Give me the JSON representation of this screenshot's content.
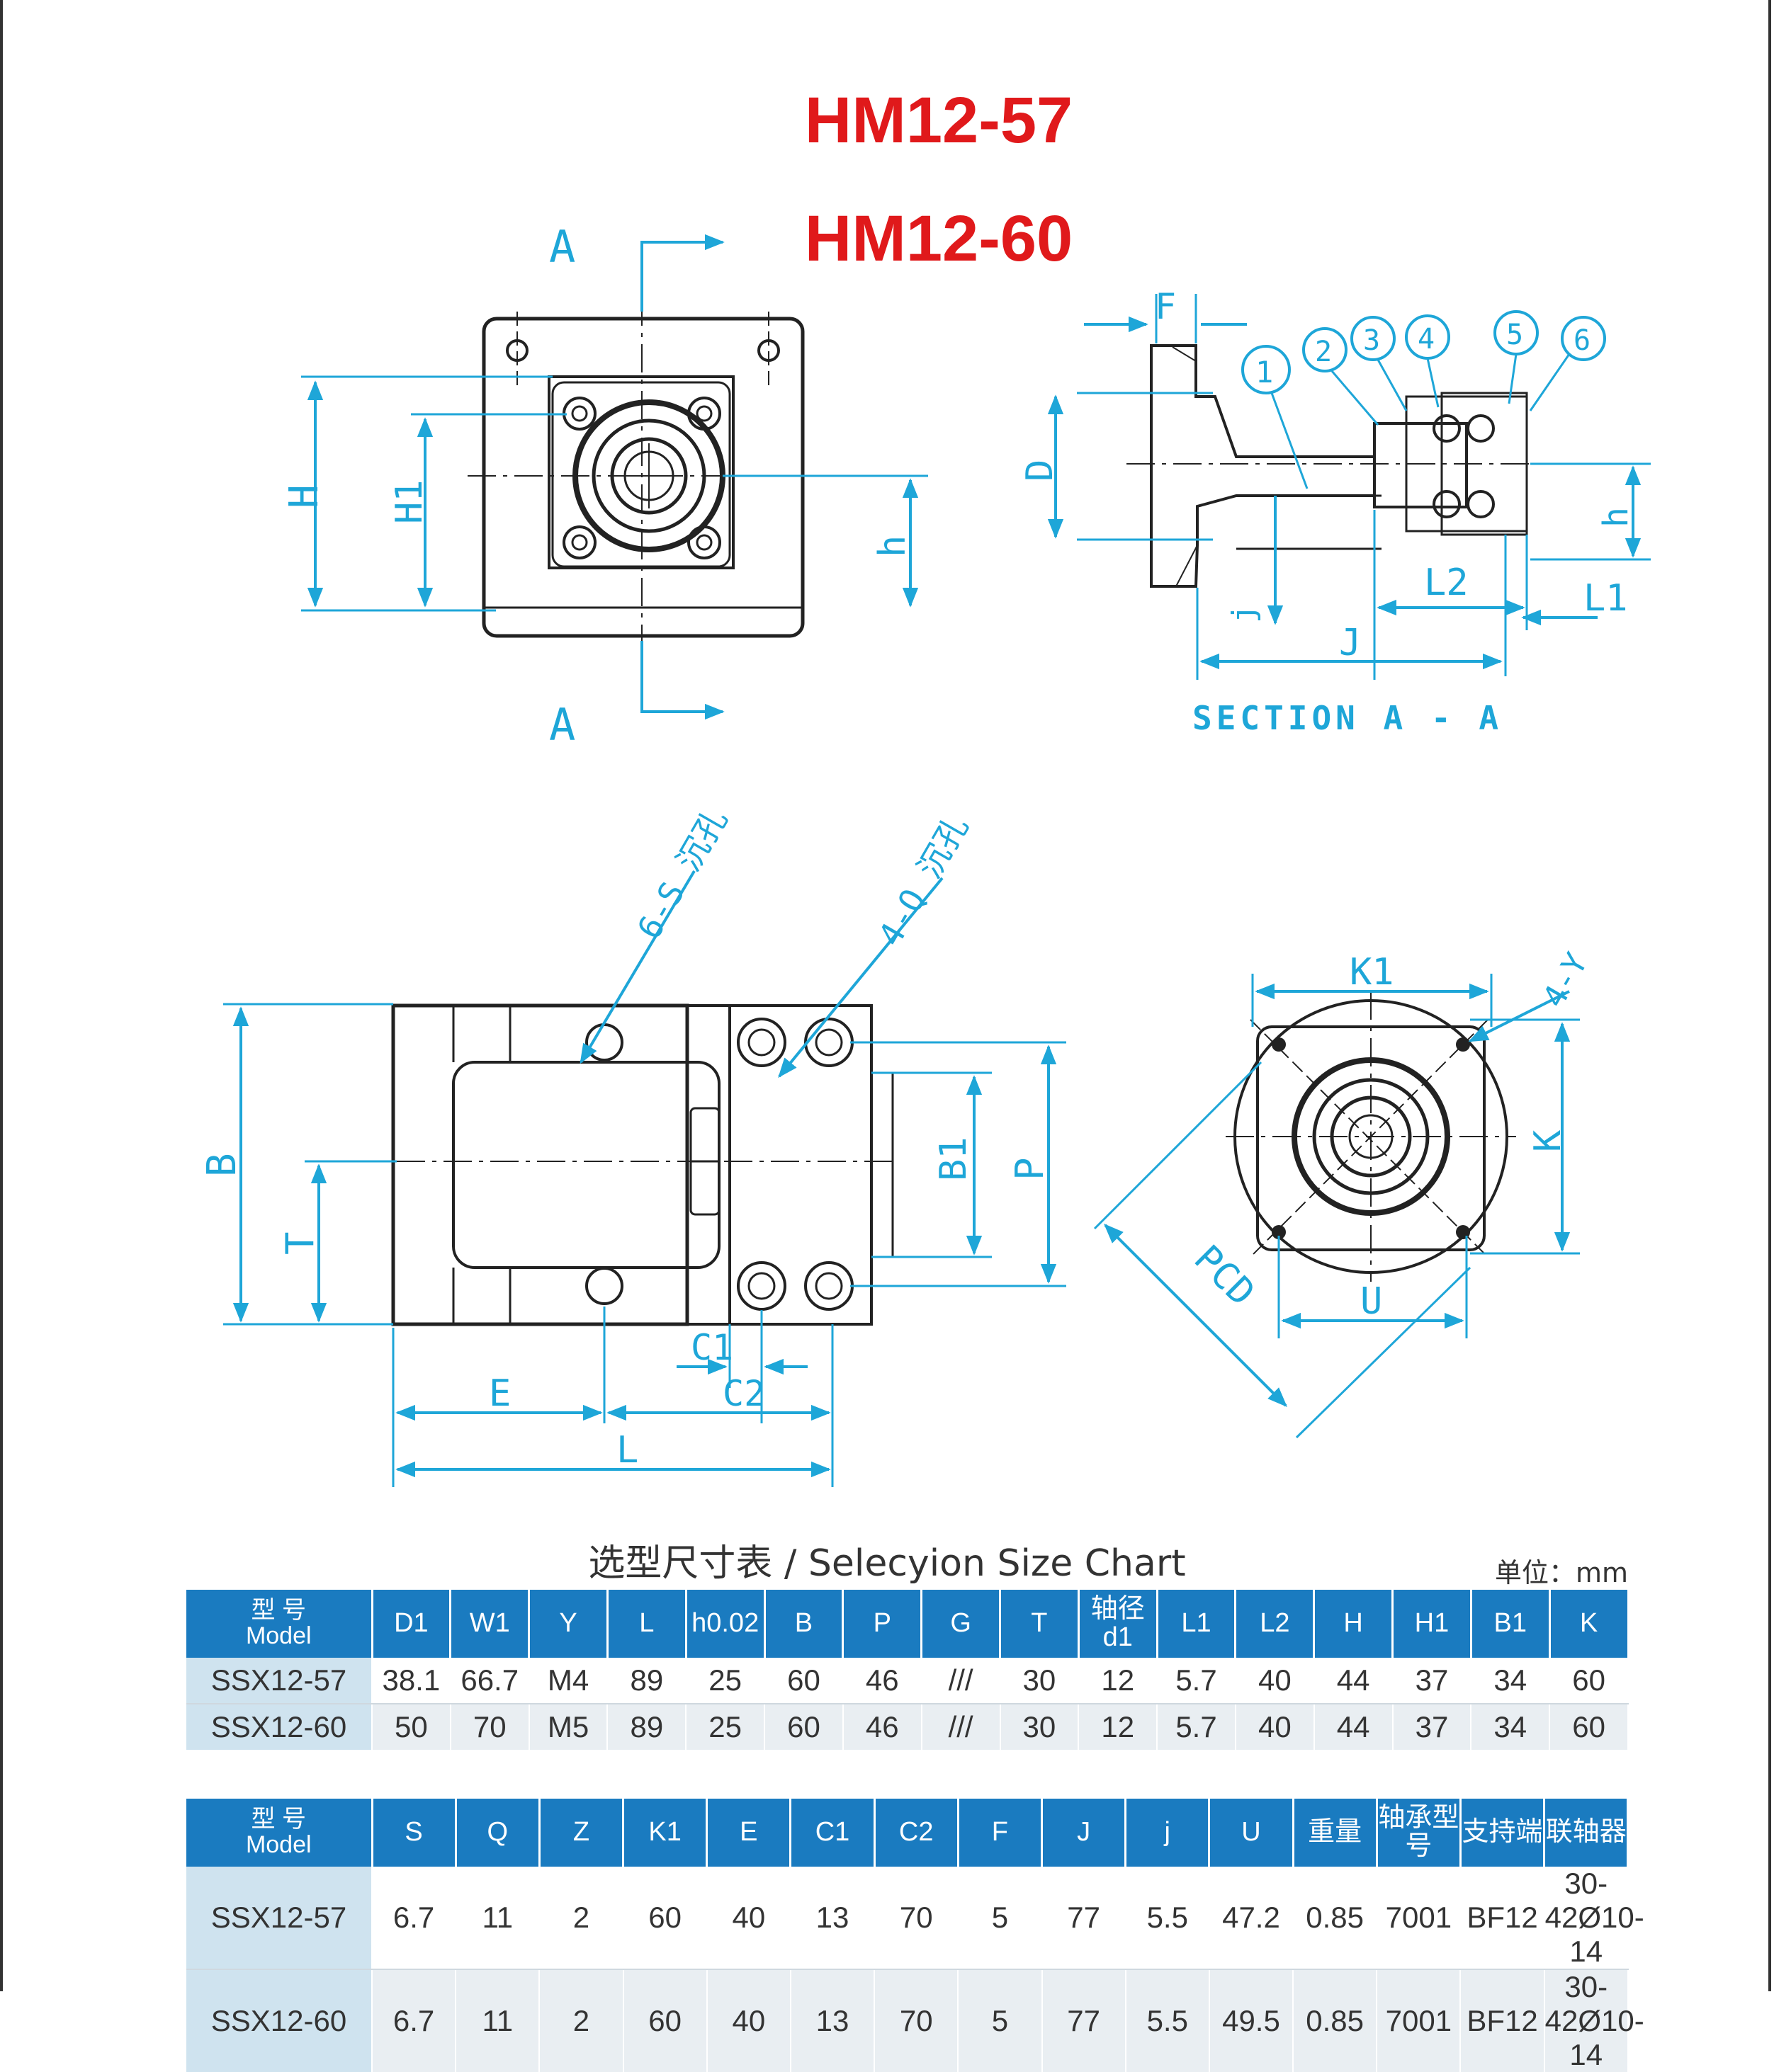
{
  "titles": [
    "HM12-57",
    "HM12-60"
  ],
  "labels": {
    "section_a_top": "A",
    "section_a_bottom": "A",
    "H": "H",
    "H1": "H1",
    "h_front": "h",
    "F": "F",
    "D": "D",
    "j": "j",
    "J": "J",
    "L2": "L2",
    "L1": "L1",
    "h_side": "h",
    "section_caption": "SECTION  A - A",
    "balloons": [
      "1",
      "2",
      "3",
      "4",
      "5",
      "6"
    ],
    "callout_s": "6-S 沉孔",
    "callout_q": "4-Q 沉孔",
    "B": "B",
    "T": "T",
    "B1": "B1",
    "P": "P",
    "C1": "C1",
    "C2": "C2",
    "E": "E",
    "L": "L",
    "K1": "K1",
    "Y": "4-Y",
    "K": "K",
    "U": "U",
    "PCD": "PCD"
  },
  "chart_title": "选型尺寸表 / Selecyion Size Chart",
  "unit": "单位：mm",
  "table1": {
    "model_header": [
      "型 号",
      "Model"
    ],
    "columns": [
      "D1",
      "W1",
      "Y",
      "L",
      "h0.02",
      "B",
      "P",
      "G",
      "T",
      "轴径d1",
      "L1",
      "L2",
      "H",
      "H1",
      "B1",
      "K"
    ],
    "rows": [
      {
        "model": "SSX12-57",
        "values": [
          "38.1",
          "66.7",
          "M4",
          "89",
          "25",
          "60",
          "46",
          "///",
          "30",
          "12",
          "5.7",
          "40",
          "44",
          "37",
          "34",
          "60"
        ]
      },
      {
        "model": "SSX12-60",
        "values": [
          "50",
          "70",
          "M5",
          "89",
          "25",
          "60",
          "46",
          "///",
          "30",
          "12",
          "5.7",
          "40",
          "44",
          "37",
          "34",
          "60"
        ]
      }
    ]
  },
  "table2": {
    "model_header": [
      "型 号",
      "Model"
    ],
    "columns": [
      "S",
      "Q",
      "Z",
      "K1",
      "E",
      "C1",
      "C2",
      "F",
      "J",
      "j",
      "U",
      "重量",
      "轴承型号",
      "支持端",
      "联轴器"
    ],
    "rows": [
      {
        "model": "SSX12-57",
        "values": [
          "6.7",
          "11",
          "2",
          "60",
          "40",
          "13",
          "70",
          "5",
          "77",
          "5.5",
          "47.2",
          "0.85",
          "7001",
          "BF12",
          "30-42Ø10-14"
        ]
      },
      {
        "model": "SSX12-60",
        "values": [
          "6.7",
          "11",
          "2",
          "60",
          "40",
          "13",
          "70",
          "5",
          "77",
          "5.5",
          "49.5",
          "0.85",
          "7001",
          "BF12",
          "30-42Ø10-14"
        ]
      }
    ]
  },
  "colors": {
    "title_red": "#e0191b",
    "dim_blue": "#1ea6d8",
    "header_blue": "#1a7bc0",
    "model_cell": "#cfe3ef"
  }
}
